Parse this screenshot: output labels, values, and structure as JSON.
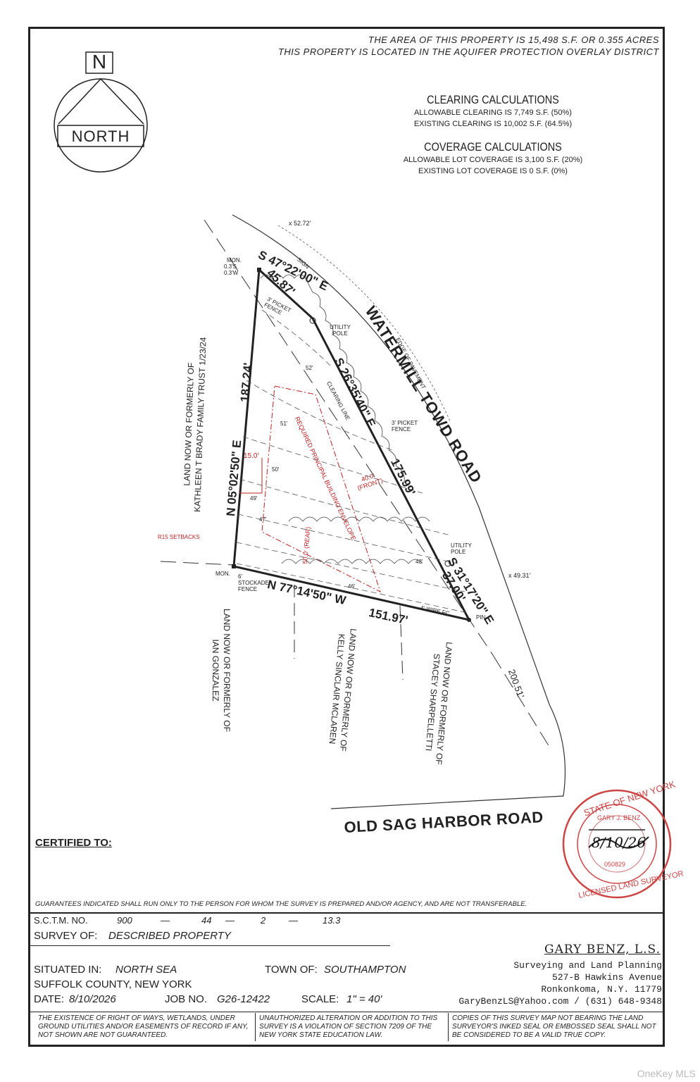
{
  "header": {
    "area": "THE AREA OF THIS PROPERTY IS 15,498 S.F. OR 0.355 ACRES",
    "aquifer": "THIS PROPERTY IS LOCATED IN THE AQUIFER PROTECTION OVERLAY DISTRICT"
  },
  "north": {
    "letter": "N",
    "word": "NORTH"
  },
  "clearing": {
    "title": "CLEARING CALCULATIONS",
    "allowable": "ALLOWABLE CLEARING IS 7,749 S.F. (50%)",
    "existing": "EXISTING CLEARING IS 10,002 S.F. (64.5%)"
  },
  "coverage": {
    "title": "COVERAGE CALCULATIONS",
    "allowable": "ALLOWABLE LOT COVERAGE IS 3,100 S.F. (20%)",
    "existing": "EXISTING LOT COVERAGE IS 0 S.F. (0%)"
  },
  "plan": {
    "road_watermill": "WATERMILL TOWD ROAD",
    "road_oldsag": "OLD SAG HARBOR ROAD",
    "bearing_top": "S 47°22'00\" E",
    "dist_top": "45.87'",
    "bearing_ne": "S 26°35'40\" E",
    "dist_ne": "175.99'",
    "bearing_se": "S 31°17'20\" E",
    "dist_se": "37.00'",
    "bearing_s": "N 77°14'50\" W",
    "dist_s": "151.97'",
    "bearing_w": "N 05°02'50\" E",
    "dist_w": "187.24'",
    "dist_ext": "200.51'",
    "elev_top": "x 52.72'",
    "elev_right": "x 49.31'",
    "edge_pavement": "EDGE OF PAVEMENT",
    "utility_pole_1": "UTILITY POLE",
    "utility_pole_2": "UTILITY POLE",
    "picket_fence_1": "3' PICKET FENCE",
    "picket_fence_2": "3' PICKET FENCE",
    "stockade_fence": "6' STOCKADE FENCE",
    "wire_fc": "4' WIRE FC.",
    "clearing_line": "CLEARING LINE",
    "envelope": "REQUIRED PRINCIPAL BUILDING ENVELOPE",
    "setback_front": "40.0' (FRONT)",
    "setback_rear": "50.0' (REAR)",
    "setback_side": "15.0'",
    "r15": "R15 SETBACKS",
    "mon1": "MON.",
    "mon1_off": "0.3'S 0.3'W",
    "mon2": "MON.",
    "pin": "PIN",
    "sign": "SIGN",
    "owner_west_1": "LAND NOW OR FORMERLY OF",
    "owner_west_2": "KATHLEEN T BRADY FAMILY TRUST 1/23/24",
    "owner_s1_1": "LAND NOW OR FORMERLY OF",
    "owner_s1_2": "IAN GONZALEZ",
    "owner_s2_1": "LAND NOW OR FORMERLY OF",
    "owner_s2_2": "KELLY SINCLAIR MCLAREN",
    "owner_s3_1": "LAND NOW OR FORMERLY OF",
    "owner_s3_2": "STACEY SHARPELLETTI",
    "contours": [
      "52'",
      "51'",
      "50'",
      "49'",
      "48'",
      "47'",
      "46'"
    ]
  },
  "stamp": {
    "outer": "STATE OF NEW YORK",
    "inner": "LICENSED LAND SURVEYOR",
    "name": "GARY J. BENZ",
    "number": "050829",
    "date_sig": "8/10/26"
  },
  "certified": "CERTIFIED TO:",
  "guarantee": "GUARANTEES INDICATED SHALL RUN ONLY TO THE PERSON FOR WHOM THE SURVEY IS PREPARED AND/OR AGENCY, AND ARE NOT TRANSFERABLE.",
  "title_block": {
    "sctm_label": "S.C.T.M. NO.",
    "sctm": [
      "900",
      "—",
      "44",
      "—",
      "2",
      "—",
      "13.3"
    ],
    "survey_of_label": "SURVEY OF:",
    "survey_of": "DESCRIBED PROPERTY",
    "situated_label": "SITUATED IN:",
    "situated": "NORTH SEA",
    "town_label": "TOWN OF:",
    "town": "SOUTHAMPTON",
    "county": "SUFFOLK COUNTY, NEW YORK",
    "date_label": "DATE:",
    "date": "8/10/2026",
    "job_label": "JOB NO.",
    "job": "G26-12422",
    "scale_label": "SCALE:",
    "scale": "1\" = 40'",
    "firm": "GARY BENZ, L.S.",
    "firm_line1": "Surveying and Land Planning",
    "firm_line2": "527-B Hawkins Avenue",
    "firm_line3": "Ronkonkoma, N.Y. 11779",
    "firm_line4": "GaryBenzLS@Yahoo.com / (631) 648-9348"
  },
  "notes": {
    "n1": "THE EXISTENCE OF RIGHT OF WAYS, WETLANDS, UNDER GROUND UTILITIES AND/OR EASEMENTS OF RECORD IF ANY, NOT SHOWN ARE NOT GUARANTEED.",
    "n2": "UNAUTHORIZED ALTERATION OR ADDITION TO THIS SURVEY IS A VIOLATION OF SECTION 7209 OF THE NEW YORK STATE EDUCATION LAW.",
    "n3": "COPIES OF THIS SURVEY MAP NOT BEARING THE LAND SURVEYOR'S INKED SEAL OR EMBOSSED SEAL SHALL NOT BE CONSIDERED TO BE A VALID TRUE COPY."
  },
  "watermark": "OneKey MLS"
}
